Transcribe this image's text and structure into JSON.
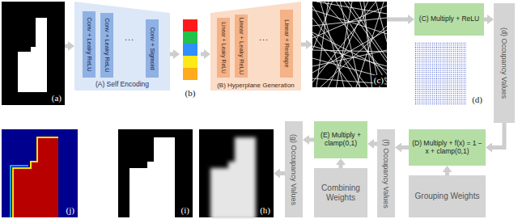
{
  "diagram": {
    "nodes": [
      {
        "text": [
          "(a)"
        ]
      },
      {
        "text": [
          "(A) Self Encoding"
        ]
      },
      {
        "text": [
          "Conv + Leaky ReLU"
        ],
        "in": 1
      },
      {
        "text": [
          "Conv + Leaky ReLU"
        ],
        "in": 1
      },
      {
        "text": [
          "Conv + Sigmoid"
        ],
        "in": 1
      },
      {
        "text": [
          "(b)"
        ]
      },
      {
        "text": [
          "(B) Hyperplane Generation"
        ]
      },
      {
        "text": [
          "Linear + Leaky ReLU"
        ],
        "in": 6
      },
      {
        "text": [
          "Linear + Leaky ReLU"
        ],
        "in": 6
      },
      {
        "text": [
          "Linear + Reshape"
        ],
        "in": 6
      },
      {
        "text": [
          "(c)"
        ]
      },
      {
        "text": [
          "(C) Multiply + ReLU"
        ]
      },
      {
        "text": [
          "(d)"
        ]
      },
      {
        "text": [
          "(d) Occupancy Values"
        ]
      },
      {
        "text": [
          "(D) Multiply + f(x) = 1 − x + clamp(0,1)"
        ]
      },
      {
        "text": [
          "Grouping Weights"
        ]
      },
      {
        "text": [
          "(f) Occupancy Values"
        ]
      },
      {
        "text": [
          "(E) Multiply + clamp(0,1)"
        ]
      },
      {
        "text": [
          "Combining Weights"
        ]
      },
      {
        "text": [
          "(g) Occupancy Values"
        ]
      },
      {
        "text": [
          "(h)"
        ]
      },
      {
        "text": [
          "(i)"
        ]
      },
      {
        "text": [
          "(j)"
        ]
      }
    ],
    "edges": [
      {
        "from": 0,
        "to": 1,
        "arrow": "to"
      },
      {
        "from": 1,
        "to": 5,
        "arrow": "to"
      },
      {
        "from": 5,
        "to": 6,
        "arrow": "to"
      },
      {
        "from": 6,
        "to": 10,
        "arrow": "to"
      },
      {
        "from": 10,
        "to": 11,
        "arrow": "to"
      },
      {
        "from": 11,
        "to": 13,
        "arrow": "to"
      },
      {
        "from": 13,
        "to": 14,
        "arrow": "to"
      },
      {
        "from": 14,
        "to": 16,
        "arrow": "to"
      },
      {
        "from": 15,
        "to": 14,
        "arrow": "to"
      },
      {
        "from": 16,
        "to": 17,
        "arrow": "to"
      },
      {
        "from": 18,
        "to": 17,
        "arrow": "to"
      },
      {
        "from": 17,
        "to": 19,
        "arrow": "to"
      },
      {
        "from": 19,
        "to": 20,
        "arrow": "to"
      }
    ],
    "labels": [
      "...",
      "..."
    ]
  }
}
